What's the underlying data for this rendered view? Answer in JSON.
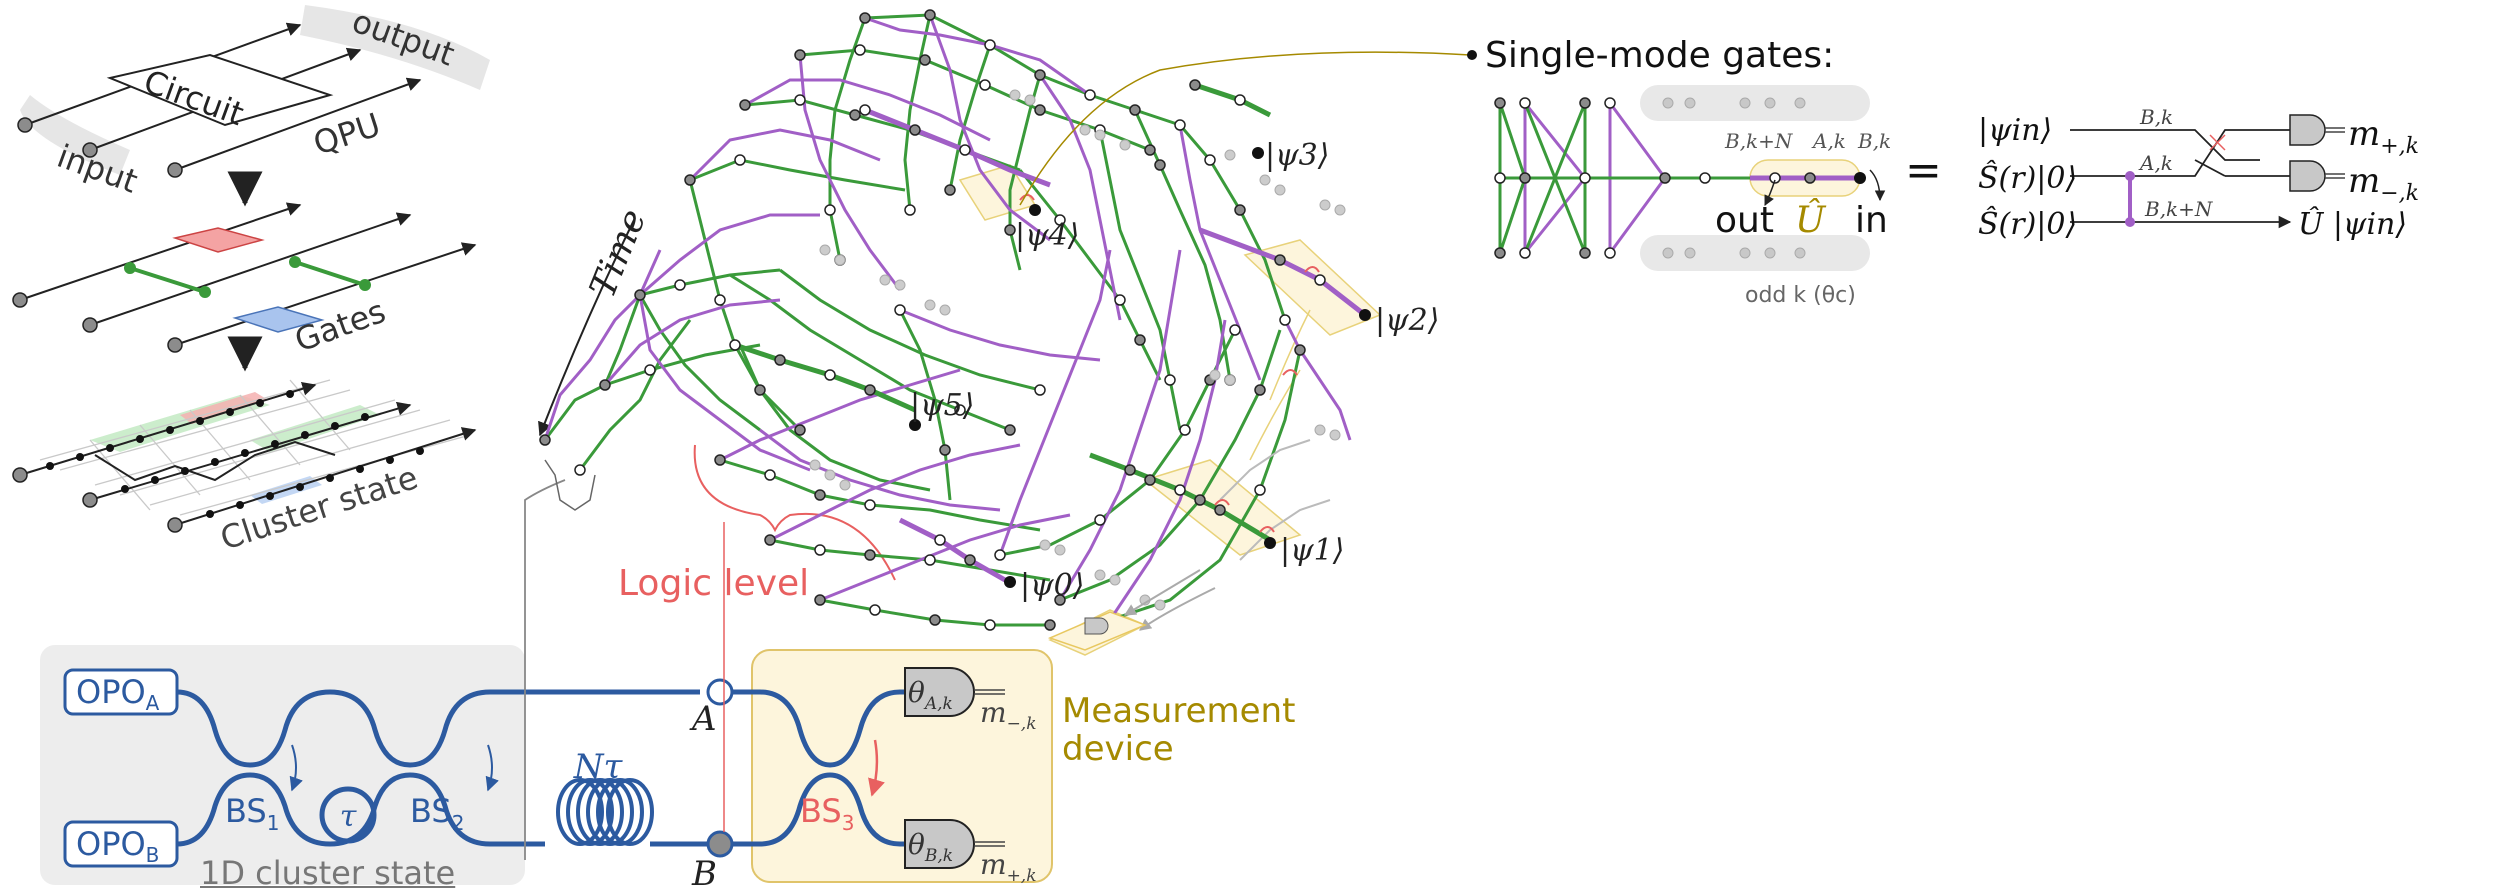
{
  "colors": {
    "blue": "#2c5aa0",
    "green": "#3a9a3a",
    "purple": "#a15fc6",
    "red": "#e86060",
    "gold": "#a58a00",
    "cream": "#fdf5dc",
    "panel_gray": "#ededed",
    "node_gray": "#8c8c8c",
    "text_dark": "#222222",
    "text_gray": "#555555"
  },
  "left_panel": {
    "input": "input",
    "output": "output",
    "circuit": "Circuit",
    "qpu": "QPU",
    "gates": "Gates",
    "cluster_state": "Cluster state"
  },
  "cluster_3d": {
    "time": "Time",
    "logic_level": "Logic level",
    "psi0": "|ψ0⟩",
    "psi1": "|ψ1⟩",
    "psi2": "|ψ2⟩",
    "psi3": "|ψ3⟩",
    "psi4": "|ψ4⟩",
    "psi5": "|ψ5⟩"
  },
  "hardware": {
    "opo_a": "OPOA",
    "opo_b": "OPOB",
    "bs1": "BS1",
    "bs2": "BS2",
    "bs3": "BS3",
    "tau": "τ",
    "n_tau": "Nτ",
    "port_a": "A",
    "port_b": "B",
    "cluster_1d": "1D cluster state",
    "theta_a": "θA,k",
    "theta_b": "θB,k",
    "m_minus": "m−,k",
    "m_plus": "m+,k",
    "measurement_device": "Measurement device"
  },
  "single_mode": {
    "title": "Single-mode gates:",
    "label_bkn": "B,k+N",
    "label_ak": "A,k",
    "label_bk": "B,k",
    "out": "out",
    "u_hat": "Û",
    "in": "in",
    "odd_k": "odd k (θc)",
    "equals": "=",
    "psi_in": "|ψin⟩",
    "squeeze1": "Ŝ(r)|0⟩",
    "squeeze2": "Ŝ(r)|0⟩",
    "circ_bk": "B,k",
    "circ_ak": "A,k",
    "circ_bkn": "B,k+N",
    "m_plus_k": "m+,k",
    "m_minus_k": "m−,k",
    "u_psi_in": "Û |ψin⟩"
  }
}
